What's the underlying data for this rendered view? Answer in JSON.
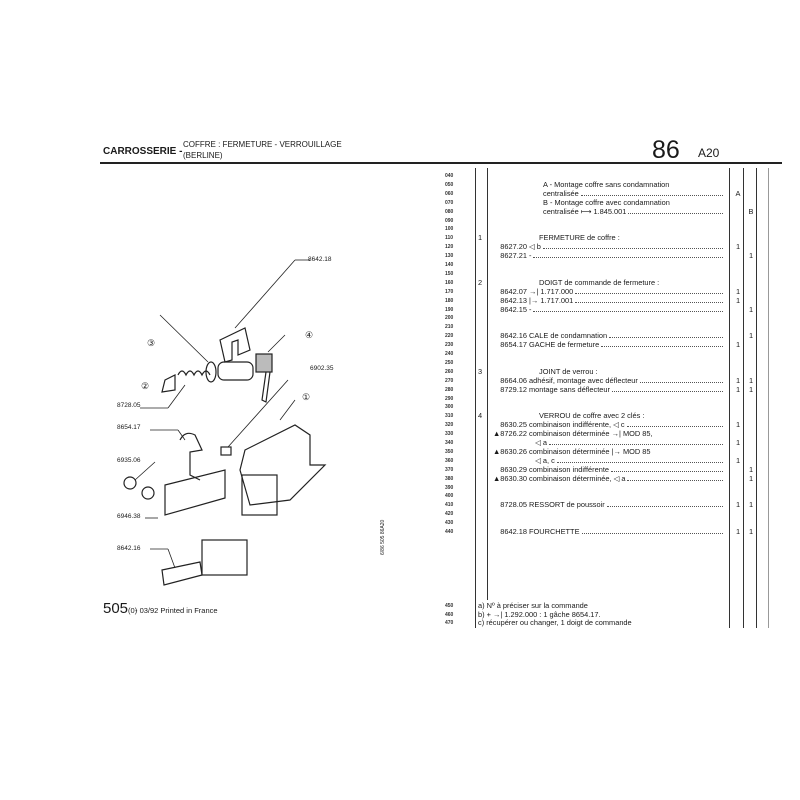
{
  "header": {
    "section": "CARROSSERIE -",
    "title_line1": "COFFRE : FERMETURE - VERROUILLAGE",
    "title_line2": "(BERLINE)",
    "group_number": "86",
    "sub_group": "A20"
  },
  "callouts": [
    "8642.18",
    "③",
    "④",
    "6902.35",
    "②",
    "8728.05",
    "①",
    "8654.17",
    "6935.06",
    "6946.38",
    "8642.16"
  ],
  "rows": [
    {
      "code": "040"
    },
    {
      "code": "050",
      "text": "A - Montage coffre sans condamnation",
      "indent": true,
      "noleader": true
    },
    {
      "code": "060",
      "text": "centralisée",
      "indent": true,
      "a": "A"
    },
    {
      "code": "070",
      "text": "B - Montage coffre avec condamnation",
      "indent": true,
      "noleader": true
    },
    {
      "code": "080",
      "text": "centralisée ⟼ 1.845.001",
      "indent": true,
      "b": "B"
    },
    {
      "code": "090"
    },
    {
      "code": "100"
    },
    {
      "code": "110",
      "item": "1",
      "text": "FERMETURE de coffre :",
      "noleader": true
    },
    {
      "code": "120",
      "ref": "8627.20",
      "text": "◁ b",
      "a": "1"
    },
    {
      "code": "130",
      "ref": "8627.21",
      "text": "-",
      "b": "1"
    },
    {
      "code": "140"
    },
    {
      "code": "150"
    },
    {
      "code": "160",
      "item": "2",
      "text": "DOIGT de commande de fermeture :",
      "noleader": true
    },
    {
      "code": "170",
      "ref": "8642.07",
      "text": "→| 1.717.000",
      "a": "1"
    },
    {
      "code": "180",
      "ref": "8642.13",
      "text": "|→ 1.717.001",
      "a": "1"
    },
    {
      "code": "190",
      "ref": "8642.15",
      "text": "-",
      "b": "1"
    },
    {
      "code": "200"
    },
    {
      "code": "210"
    },
    {
      "code": "220",
      "ref": "8642.16",
      "text": "CALE de condamnation",
      "b": "1"
    },
    {
      "code": "230",
      "ref": "8654.17",
      "text": "GACHE de fermeture",
      "a": "1"
    },
    {
      "code": "240"
    },
    {
      "code": "250"
    },
    {
      "code": "260",
      "item": "3",
      "text": "JOINT de verrou :",
      "noleader": true
    },
    {
      "code": "270",
      "ref": "8664.06",
      "text": "adhésif, montage avec déflecteur",
      "a": "1",
      "b": "1"
    },
    {
      "code": "280",
      "ref": "8729.12",
      "text": "montage sans déflecteur",
      "a": "1",
      "b": "1"
    },
    {
      "code": "290"
    },
    {
      "code": "300"
    },
    {
      "code": "310",
      "item": "4",
      "text": "VERROU de coffre avec 2 clés :",
      "noleader": true
    },
    {
      "code": "320",
      "ref": "8630.25",
      "text": "combinaison indifférente, ◁ c",
      "a": "1"
    },
    {
      "code": "330",
      "ref": "▲8726.22",
      "text": "combinaison déterminée →| MOD 85,",
      "noleader": true
    },
    {
      "code": "340",
      "text": "   ◁ a",
      "a": "1"
    },
    {
      "code": "350",
      "ref": "▲8630.26",
      "text": "combinaison déterminée |→ MOD 85",
      "noleader": true
    },
    {
      "code": "360",
      "text": "   ◁ a, c",
      "a": "1"
    },
    {
      "code": "370",
      "ref": "8630.29",
      "text": "combinaison indifférente",
      "b": "1"
    },
    {
      "code": "380",
      "ref": "▲8630.30",
      "text": "combinaison déterminée, ◁ a",
      "b": "1"
    },
    {
      "code": "390"
    },
    {
      "code": "400"
    },
    {
      "code": "410",
      "ref": "8728.05",
      "text": "RESSORT de poussoir",
      "a": "1",
      "b": "1"
    },
    {
      "code": "420"
    },
    {
      "code": "430"
    },
    {
      "code": "440",
      "ref": "8642.18",
      "text": "FOURCHETTE",
      "a": "1",
      "b": "1"
    }
  ],
  "footnotes": [
    {
      "code": "450",
      "text": "a)  Nº à préciser sur la commande"
    },
    {
      "code": "460",
      "text": "b)  + →| 1.292.000 : 1 gâche 8654.17."
    },
    {
      "code": "470",
      "text": "c) récupérer ou changer, 1 doigt de commande"
    }
  ],
  "footer": {
    "model": "505",
    "model_suffix": "(0)",
    "print_info": "- 03/92 Printed in France",
    "side_code": "6/86   505   86A20"
  }
}
